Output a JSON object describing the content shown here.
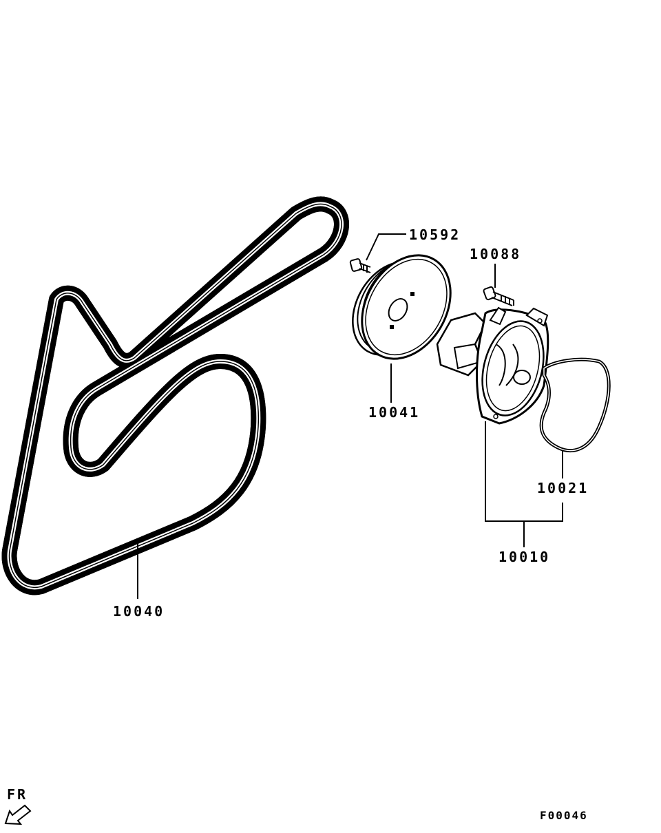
{
  "diagram": {
    "parts": [
      {
        "number": "10592",
        "name": "bolt"
      },
      {
        "number": "10088",
        "name": "bolt"
      },
      {
        "number": "10041",
        "name": "pulley"
      },
      {
        "number": "10021",
        "name": "gasket"
      },
      {
        "number": "10010",
        "name": "water-pump-assembly"
      },
      {
        "number": "10040",
        "name": "drive-belt"
      }
    ],
    "direction_label": "FR",
    "figure_code": "F00046"
  }
}
